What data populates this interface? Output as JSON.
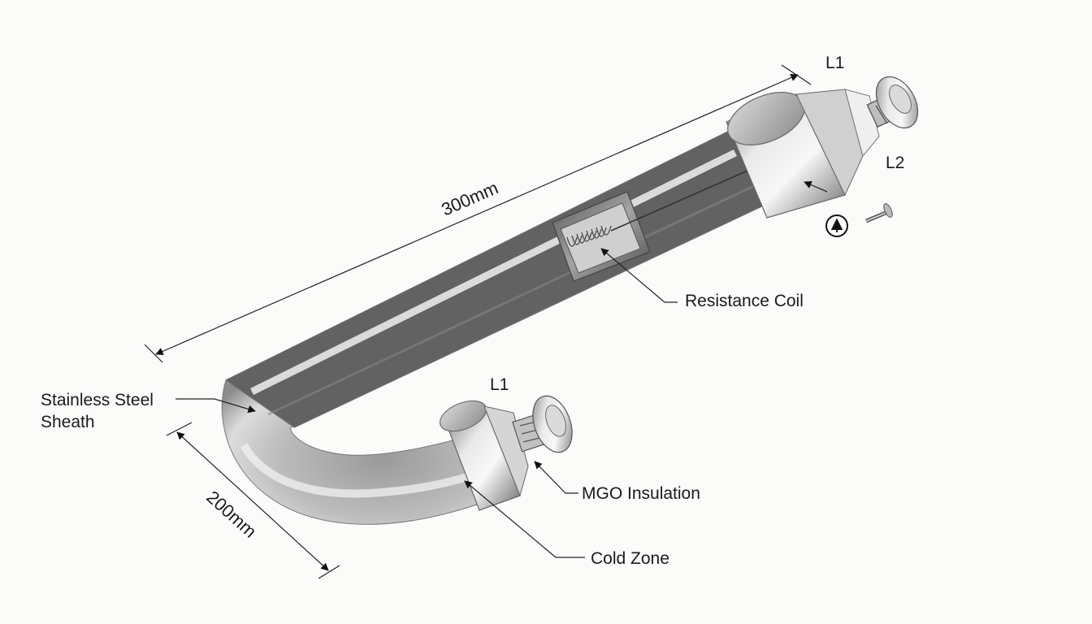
{
  "labels": {
    "length_dim": "300mm",
    "height_dim": "200mm",
    "resistance_coil": "Resistance Coil",
    "sheath_line1": "Stainless Steel",
    "sheath_line2": "Sheath",
    "mgo_insulation": "MGO Insulation",
    "cold_zone": "Cold Zone",
    "terminal_l1_top": "L1",
    "terminal_l2": "L2",
    "terminal_l1_bottom": "L1"
  },
  "colors": {
    "background": "#fbfbfa",
    "metal_light": "#f4f4f4",
    "metal_mid": "#c4c4c4",
    "metal_dark": "#6e6e6e",
    "ink": "#1a1a1a"
  },
  "icons": {
    "ground_symbol": "circled-up-arrow-icon",
    "loose_screw": "screw-icon"
  }
}
